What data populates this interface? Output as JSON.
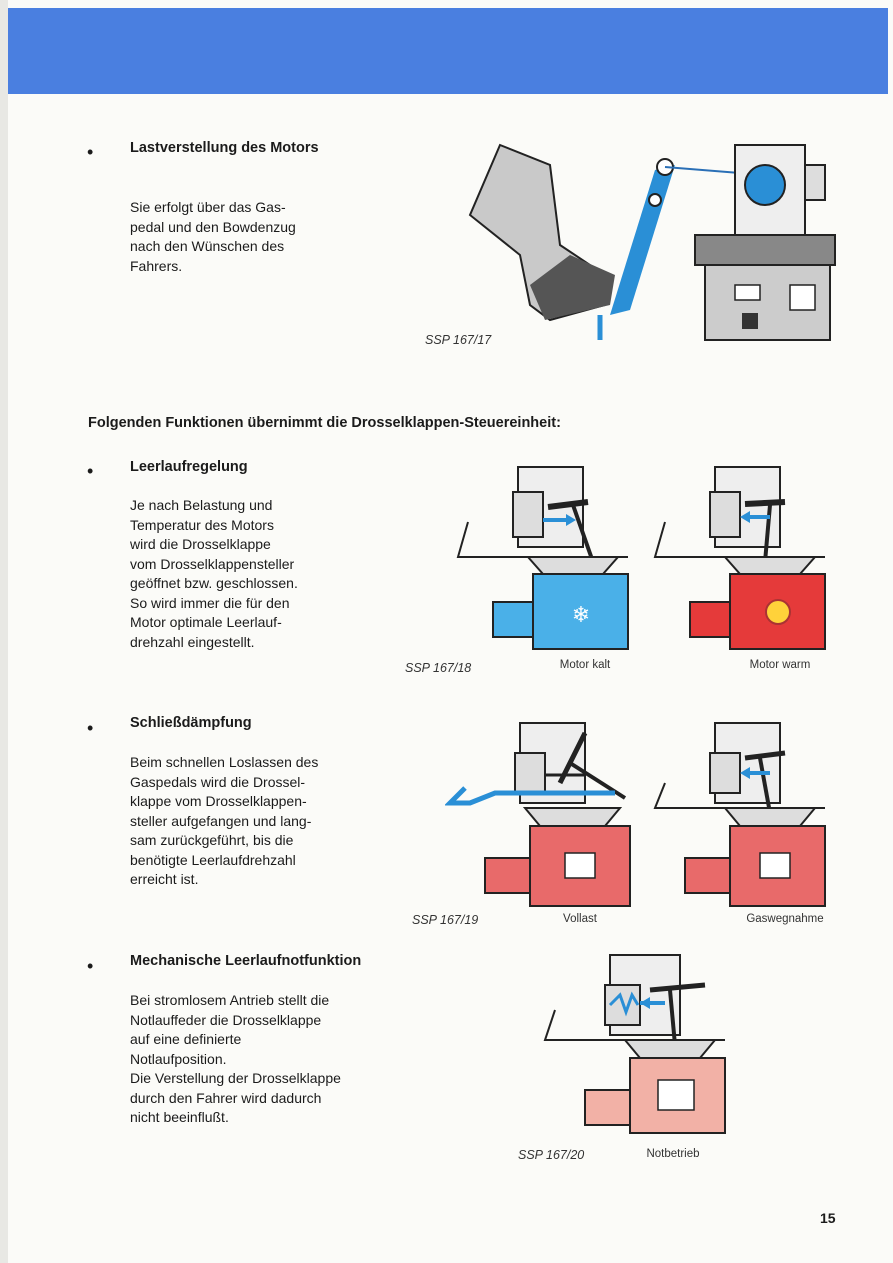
{
  "page_number": "15",
  "intro": {
    "heading": "Lastverstellung des Motors",
    "text": "Sie erfolgt über das Gas-\npedal und den Bowdenzug\nnach den Wünschen des\nFahrers.",
    "figure_code": "SSP 167/17"
  },
  "functions_title": "Folgenden Funktionen übernimmt die Drosselklappen-Steuereinheit:",
  "sections": [
    {
      "heading": "Leerlaufregelung",
      "text": "Je nach Belastung und\nTemperatur des Motors\nwird die Drosselklappe\nvom Drosselklappensteller\ngeöffnet bzw. geschlossen.\nSo wird immer die für den\nMotor optimale Leerlauf-\ndrehzahl eingestellt.",
      "figure_code": "SSP 167/18",
      "labels": [
        "Motor kalt",
        "Motor warm"
      ]
    },
    {
      "heading": "Schließdämpfung",
      "text": "Beim schnellen Loslassen des\nGaspedals wird die Drossel-\nklappe vom Drosselklappen-\nsteller aufgefangen und lang-\nsam zurückgeführt, bis die\nbenötigte Leerlaufdrehzahl\nerreicht ist.",
      "figure_code": "SSP 167/19",
      "labels": [
        "Vollast",
        "Gaswegnahme"
      ]
    },
    {
      "heading": "Mechanische Leerlaufnotfunktion",
      "text": "Bei stromlosem Antrieb stellt die\nNotlauffeder die Drosselklappe\nauf eine definierte\nNotlaufposition.\nDie Verstellung der Drosselklappe\ndurch den Fahrer wird dadurch\nnicht beeinflußt.",
      "figure_code": "SSP 167/20",
      "labels": [
        "Notbetrieb"
      ]
    }
  ],
  "colors": {
    "header": "#4a7fe0",
    "cold": "#4ab0e8",
    "hot": "#e53a3a",
    "accent_blue": "#2a8fd6"
  }
}
